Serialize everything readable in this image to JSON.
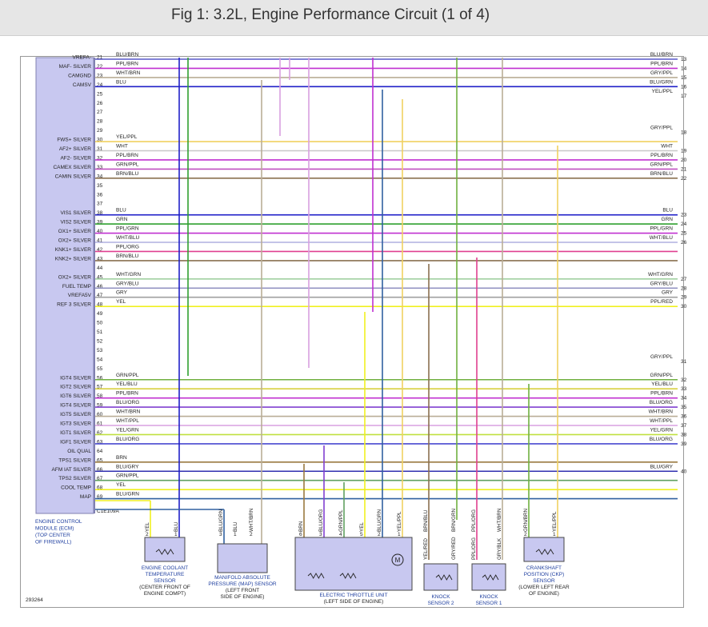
{
  "title": "Fig 1: 3.2L, Engine Performance Circuit (1 of 4)",
  "figure_id": "293264",
  "ecm": {
    "labels": [
      "ENGINE CONTROL",
      "MODULE (ECM)",
      "(TOP CENTER",
      "OF FIREWALL)"
    ],
    "connector": "C1E109A"
  },
  "pins": [
    {
      "n": "21",
      "name": "VREFA-",
      "wire": "BLU/BRN",
      "color": "#5858c8",
      "end": "BLU/BRN",
      "term": "13"
    },
    {
      "n": "22",
      "name": "MAF- SILVER",
      "wire": "PPL/BRN",
      "color": "#c030d0",
      "end": "PPL/BRN",
      "term": "14"
    },
    {
      "n": "23",
      "name": "CAMGND",
      "wire": "WHT/BRN",
      "color": "#b9ad96",
      "end": "GRY/PPL",
      "term": "15"
    },
    {
      "n": "24",
      "name": "CAMSV",
      "wire": "BLU",
      "color": "#2020c8",
      "end": "BLU/GRN",
      "term": "16"
    },
    {
      "n": "25",
      "name": "",
      "wire": "",
      "color": "",
      "end": "YEL/PPL",
      "term": "17"
    },
    {
      "n": "26",
      "name": "",
      "wire": "",
      "color": "",
      "end": "",
      "term": ""
    },
    {
      "n": "27",
      "name": "",
      "wire": "",
      "color": "",
      "end": "",
      "term": ""
    },
    {
      "n": "28",
      "name": "",
      "wire": "",
      "color": "",
      "end": "",
      "term": ""
    },
    {
      "n": "29",
      "name": "",
      "wire": "",
      "color": "",
      "end": "GRY/PPL",
      "term": "18"
    },
    {
      "n": "30",
      "name": "FWS+ SILVER",
      "wire": "YEL/PPL",
      "color": "#f0d060",
      "end": "",
      "term": ""
    },
    {
      "n": "31",
      "name": "AF2+ SILVER",
      "wire": "WHT",
      "color": "#c8c8c8",
      "end": "WHT",
      "term": "19"
    },
    {
      "n": "32",
      "name": "AF2- SILVER",
      "wire": "PPL/BRN",
      "color": "#c030d0",
      "end": "PPL/BRN",
      "term": "20"
    },
    {
      "n": "33",
      "name": "CAMEX SILVER",
      "wire": "GRN/PPL",
      "color": "#c050c0",
      "end": "GRN/PPL",
      "term": "21"
    },
    {
      "n": "34",
      "name": "CAMIN SILVER",
      "wire": "BRN/BLU",
      "color": "#8a7050",
      "end": "BRN/BLU",
      "term": "22"
    },
    {
      "n": "35",
      "name": "",
      "wire": "",
      "color": "",
      "end": "",
      "term": ""
    },
    {
      "n": "36",
      "name": "",
      "wire": "",
      "color": "",
      "end": "",
      "term": ""
    },
    {
      "n": "37",
      "name": "",
      "wire": "",
      "color": "",
      "end": "",
      "term": ""
    },
    {
      "n": "38",
      "name": "VIS1 SILVER",
      "wire": "BLU",
      "color": "#2020c8",
      "end": "BLU",
      "term": "23"
    },
    {
      "n": "39",
      "name": "VIS2 SILVER",
      "wire": "GRN",
      "color": "#30a030",
      "end": "GRN",
      "term": "24"
    },
    {
      "n": "40",
      "name": "OX1+ SILVER",
      "wire": "PPL/GRN",
      "color": "#c030d0",
      "end": "PPL/GRN",
      "term": "25"
    },
    {
      "n": "41",
      "name": "OX2+ SILVER",
      "wire": "WHT/BLU",
      "color": "#b0b0e0",
      "end": "WHT/BLU",
      "term": "26"
    },
    {
      "n": "42",
      "name": "KNK1+ SILVER",
      "wire": "PPL/ORG",
      "color": "#e04090",
      "end": "",
      "term": ""
    },
    {
      "n": "43",
      "name": "KNK2+ SILVER",
      "wire": "BRN/BLU",
      "color": "#8a7050",
      "end": "",
      "term": ""
    },
    {
      "n": "44",
      "name": "",
      "wire": "",
      "color": "",
      "end": "",
      "term": ""
    },
    {
      "n": "45",
      "name": "OX2+ SILVER",
      "wire": "WHT/GRN",
      "color": "#a0d0a0",
      "end": "WHT/GRN",
      "term": "27"
    },
    {
      "n": "46",
      "name": "FUEL TEMP",
      "wire": "GRY/BLU",
      "color": "#9090c0",
      "end": "GRY/BLU",
      "term": "28"
    },
    {
      "n": "47",
      "name": "VREFA5V",
      "wire": "GRY",
      "color": "#a0a0a0",
      "end": "GRY",
      "term": "29"
    },
    {
      "n": "48",
      "name": "REF 3 SILVER",
      "wire": "YEL",
      "color": "#f0f020",
      "end": "PPL/RED",
      "term": "30"
    },
    {
      "n": "49",
      "name": "",
      "wire": "",
      "color": "",
      "end": "",
      "term": ""
    },
    {
      "n": "50",
      "name": "",
      "wire": "",
      "color": "",
      "end": "",
      "term": ""
    },
    {
      "n": "51",
      "name": "",
      "wire": "",
      "color": "",
      "end": "",
      "term": ""
    },
    {
      "n": "52",
      "name": "",
      "wire": "",
      "color": "",
      "end": "",
      "term": ""
    },
    {
      "n": "53",
      "name": "",
      "wire": "",
      "color": "",
      "end": "",
      "term": ""
    },
    {
      "n": "54",
      "name": "",
      "wire": "",
      "color": "",
      "end": "GRY/PPL",
      "term": "31"
    },
    {
      "n": "55",
      "name": "",
      "wire": "",
      "color": "",
      "end": "",
      "term": ""
    },
    {
      "n": "56",
      "name": "IGT4 SILVER",
      "wire": "GRN/PPL",
      "color": "#70b040",
      "end": "GRN/PPL",
      "term": "32"
    },
    {
      "n": "57",
      "name": "IGT2 SILVER",
      "wire": "YEL/BLU",
      "color": "#d8d040",
      "end": "YEL/BLU",
      "term": "33"
    },
    {
      "n": "58",
      "name": "IGT6 SILVER",
      "wire": "PPL/BRN",
      "color": "#c030d0",
      "end": "PPL/BRN",
      "term": "34"
    },
    {
      "n": "59",
      "name": "IGT4 SILVER",
      "wire": "BLU/ORG",
      "color": "#8040d0",
      "end": "BLU/ORG",
      "term": "35"
    },
    {
      "n": "60",
      "name": "IGT5 SILVER",
      "wire": "WHT/BRN",
      "color": "#b9ad96",
      "end": "WHT/BRN",
      "term": "36"
    },
    {
      "n": "61",
      "name": "IGT3 SILVER",
      "wire": "WHT/PPL",
      "color": "#d8a0e0",
      "end": "WHT/PPL",
      "term": "37"
    },
    {
      "n": "62",
      "name": "IGT1 SILVER",
      "wire": "YEL/GRN",
      "color": "#c0e040",
      "end": "YEL/GRN",
      "term": "38"
    },
    {
      "n": "63",
      "name": "IGF1 SILVER",
      "wire": "BLU/ORG",
      "color": "#4848d0",
      "end": "BLU/ORG",
      "term": "39"
    },
    {
      "n": "64",
      "name": "OIL QUAL",
      "wire": "",
      "color": "",
      "end": "",
      "term": ""
    },
    {
      "n": "65",
      "name": "TPS1 SILVER",
      "wire": "BRN",
      "color": "#9a7a40",
      "end": "",
      "term": ""
    },
    {
      "n": "66",
      "name": "AFM IAT SILVER",
      "wire": "BLU/GRY",
      "color": "#3030b0",
      "end": "BLU/GRY",
      "term": "40"
    },
    {
      "n": "67",
      "name": "TPS2 SILVER",
      "wire": "GRN/PPL",
      "color": "#60a060",
      "end": "",
      "term": ""
    },
    {
      "n": "68",
      "name": "COOL TEMP",
      "wire": "YEL",
      "color": "#f0f020",
      "end": "",
      "term": ""
    },
    {
      "n": "69",
      "name": "MAP",
      "wire": "BLU/GRN",
      "color": "#3060a0",
      "end": "",
      "term": ""
    }
  ],
  "components": [
    {
      "id": "ect",
      "labels": [
        "ENGINE COOLANT",
        "TEMPERATURE",
        "SENSOR"
      ],
      "sub": [
        "(CENTER FRONT OF",
        "ENGINE COMPT)"
      ],
      "pins": [
        {
          "n": "2",
          "w": "YEL"
        },
        {
          "n": "1",
          "w": "BLU"
        }
      ]
    },
    {
      "id": "map",
      "labels": [
        "MANIFOLD ABSOLUTE",
        "PRESSURE (MAP) SENSOR"
      ],
      "sub": [
        "(LEFT FRONT",
        "SIDE OF ENGINE)"
      ],
      "pins": [
        {
          "n": "3",
          "w": "BLU/GRN"
        },
        {
          "n": "1",
          "w": "BLU"
        },
        {
          "n": "2",
          "w": "WHT/BRN"
        }
      ]
    },
    {
      "id": "etu",
      "labels": [
        "ELECTRIC THROTTLE UNIT"
      ],
      "sub": [
        "(LEFT SIDE OF ENGINE)"
      ],
      "pins": [
        {
          "n": "6",
          "w": "BRN"
        },
        {
          "n": "3",
          "w": "BLU/ORG"
        },
        {
          "n": "4",
          "w": "GRN/PPL"
        },
        {
          "n": "5",
          "w": "YEL"
        },
        {
          "n": "2",
          "w": "BLU/GRN"
        },
        {
          "n": "1",
          "w": "YEL/PPL"
        }
      ]
    },
    {
      "id": "ks2",
      "labels": [
        "KNOCK",
        "SENSOR 2"
      ],
      "sub": [],
      "pins": [
        {
          "n": "",
          "w": "BRN/BLU"
        },
        {
          "n": "",
          "w": "BRN/GRN"
        }
      ],
      "splice": [
        "YEL/RED",
        "GRY/RED"
      ]
    },
    {
      "id": "ks1",
      "labels": [
        "KNOCK",
        "SENSOR 1"
      ],
      "sub": [],
      "pins": [
        {
          "n": "",
          "w": "PPL/ORG"
        },
        {
          "n": "",
          "w": "WHT/BRN"
        }
      ],
      "splice": [
        "PPL/ORG",
        "GRY/BLK"
      ]
    },
    {
      "id": "ckp",
      "labels": [
        "CRANKSHAFT",
        "POSITION (CKP)",
        "SENSOR"
      ],
      "sub": [
        "(LOWER LEFT REAR",
        "OF ENGINE)"
      ],
      "pins": [
        {
          "n": "2",
          "w": "GRN/BRN"
        },
        {
          "n": "1",
          "w": "YEL/PPL"
        }
      ]
    }
  ]
}
